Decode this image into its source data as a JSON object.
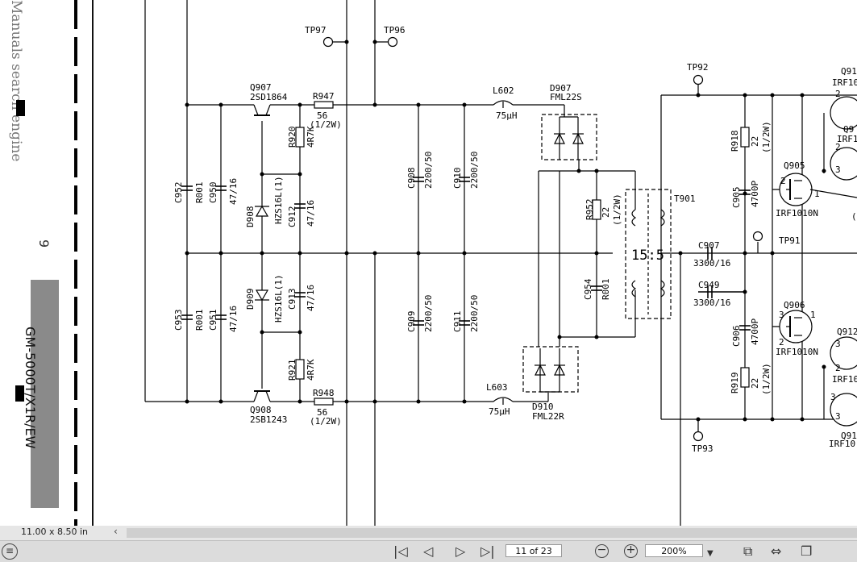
{
  "sidebar": {
    "url_text": "Manuals search engine",
    "page_number": "9",
    "model": "GM-5000T/X1R/EW"
  },
  "schematic": {
    "labels": {
      "tp97": "TP97",
      "tp96": "TP96",
      "tp92": "TP92",
      "tp93": "TP93",
      "tp91": "TP91",
      "q907": "Q907",
      "q907_part": "2SD1864",
      "r947": "R947",
      "r947_val": "56",
      "r947_pow": "(1/2W)",
      "l602": "L602",
      "l602_val": "75µH",
      "d907": "D907",
      "d907_part": "FML22S",
      "r920": "R920",
      "r920_val": "4R7K",
      "c952": "C952",
      "c952_val": "R001",
      "c950": "C950",
      "c950_val": "47/16",
      "d908": "D908",
      "d908_part": "HZS16L(1)",
      "c912": "C912",
      "c912_val": "47/16",
      "c908": "C908",
      "c908_val": "2200/50",
      "c910": "C910",
      "c910_val": "2200/50",
      "r952": "R952",
      "r952_val": "22",
      "r952_pow": "(1/2W)",
      "t901": "T901",
      "ratio": "15:5",
      "r918": "R918",
      "r918_val": "22",
      "r918_pow": "(1/2W)",
      "c905": "C905",
      "c905_val": "4700P",
      "q905": "Q905",
      "q905_part": "IRF1010N",
      "c907": "C907",
      "c907_val": "3300/16",
      "c949": "C949",
      "c949_val": "3300/16",
      "c953": "C953",
      "c953_val": "R001",
      "c951": "C951",
      "c951_val": "47/16",
      "d909": "D909",
      "d909_part": "HZS16L(1)",
      "c913": "C913",
      "c913_val": "47/16",
      "c909": "C909",
      "c909_val": "2200/50",
      "c911": "C911",
      "c911_val": "2200/50",
      "c954": "C954",
      "c954_val": "R001",
      "q906": "Q906",
      "q906_part": "IRF1010N",
      "c906": "C906",
      "c906_val": "4700P",
      "r921": "R921",
      "r921_val": "4R7K",
      "q908": "Q908",
      "q908_part": "2SB1243",
      "r948": "R948",
      "r948_val": "56",
      "r948_pow": "(1/2W)",
      "l603": "L603",
      "l603_val": "75µH",
      "d910": "D910",
      "d910_part": "FML22R",
      "r919": "R919",
      "r919_val": "22",
      "r919_pow": "(1/2W)",
      "q91_top": "Q91",
      "irf10_top": "IRF10",
      "q9_2": "Q9",
      "irf1_2": "IRF1",
      "q912": "Q912",
      "irf10_3": "IRF10",
      "q91_bot": "Q91",
      "irf10_bot": "IRF10",
      "pin_1a": "1",
      "pin_2a": "2",
      "pin_2b": "2",
      "pin_3a": "3",
      "pin_3b": "3",
      "pin_1b": "1",
      "pin_2c": "2",
      "pin_2d": "2",
      "pin_3c": "3",
      "pin_2e": "2",
      "pin_3d": "3",
      "pin_3e": "3",
      "paren": "("
    }
  },
  "status": {
    "page_size": "11.00 x 8.50 in"
  },
  "toolbar": {
    "page_indicator": "11 of 23",
    "zoom_level": "200%"
  }
}
